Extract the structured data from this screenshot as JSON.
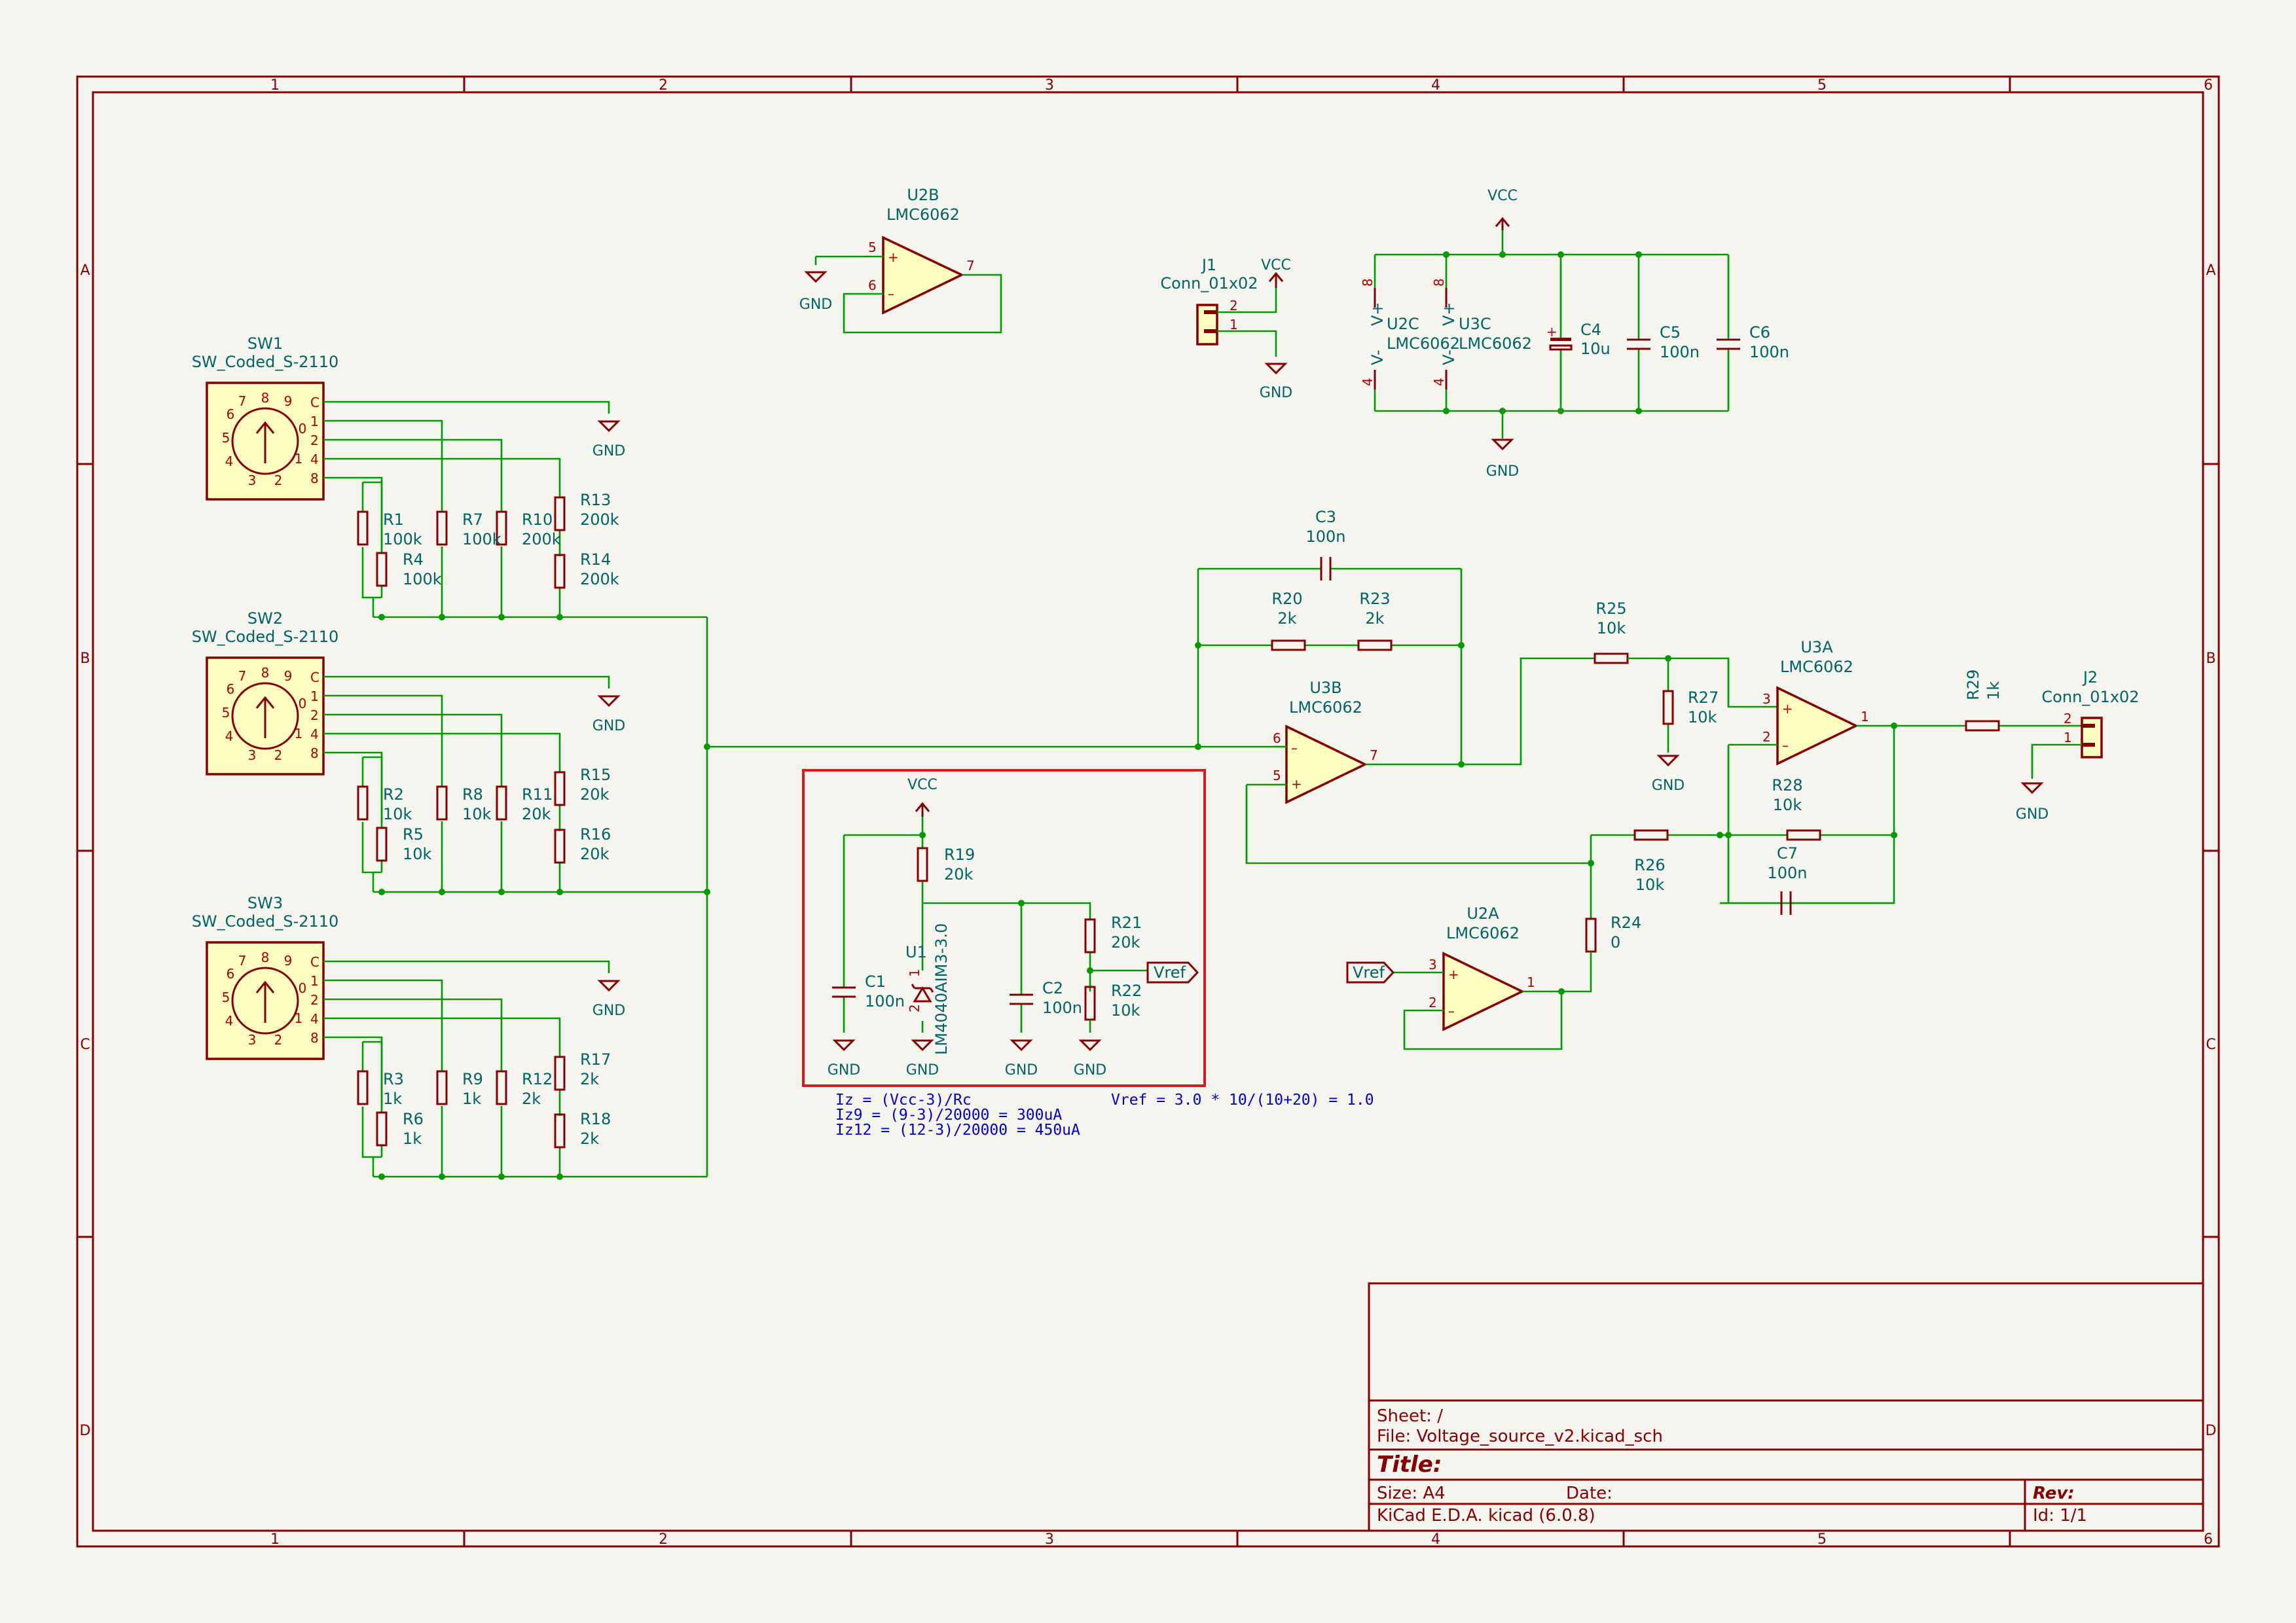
{
  "sheet": {
    "zones_x": [
      "1",
      "2",
      "3",
      "4",
      "5",
      "6"
    ],
    "zones_y": [
      "A",
      "B",
      "C",
      "D"
    ]
  },
  "title_block": {
    "sheet_line": "Sheet: /",
    "file_line": "File: Voltage_source_v2.kicad_sch",
    "title_label": "Title:",
    "size_line": "Size: A4",
    "date_line": "Date:",
    "rev_label": "Rev:",
    "tool_line": "KiCad E.D.A.  kicad (6.0.8)",
    "id_line": "Id: 1/1"
  },
  "colors": {
    "wire": "#009900",
    "symbol": "#840000",
    "body": "#ffffc2",
    "text": "#006464",
    "note": "#0000c2",
    "highlight": "#d61c1c",
    "background": "#f5f4ef"
  },
  "switches": [
    {
      "ref": "SW1",
      "value": "SW_Coded_S-2110"
    },
    {
      "ref": "SW2",
      "value": "SW_Coded_S-2110"
    },
    {
      "ref": "SW3",
      "value": "SW_Coded_S-2110"
    }
  ],
  "switch_pins": [
    "C",
    "1",
    "2",
    "4",
    "8"
  ],
  "switch_dial_digits": [
    "7",
    "8",
    "9",
    "0",
    "1",
    "2",
    "3",
    "4",
    "5",
    "6"
  ],
  "resistors": {
    "r1": {
      "ref": "R1",
      "value": "100k"
    },
    "r4": {
      "ref": "R4",
      "value": "100k"
    },
    "r7": {
      "ref": "R7",
      "value": "100k"
    },
    "r10": {
      "ref": "R10",
      "value": "200k"
    },
    "r13": {
      "ref": "R13",
      "value": "200k"
    },
    "r14": {
      "ref": "R14",
      "value": "200k"
    },
    "r2": {
      "ref": "R2",
      "value": "10k"
    },
    "r5": {
      "ref": "R5",
      "value": "10k"
    },
    "r8": {
      "ref": "R8",
      "value": "10k"
    },
    "r11": {
      "ref": "R11",
      "value": "20k"
    },
    "r15": {
      "ref": "R15",
      "value": "20k"
    },
    "r16": {
      "ref": "R16",
      "value": "20k"
    },
    "r3": {
      "ref": "R3",
      "value": "1k"
    },
    "r6": {
      "ref": "R6",
      "value": "1k"
    },
    "r9": {
      "ref": "R9",
      "value": "1k"
    },
    "r12": {
      "ref": "R12",
      "value": "2k"
    },
    "r17": {
      "ref": "R17",
      "value": "2k"
    },
    "r18": {
      "ref": "R18",
      "value": "2k"
    },
    "r19": {
      "ref": "R19",
      "value": "20k"
    },
    "r20": {
      "ref": "R20",
      "value": "2k"
    },
    "r21": {
      "ref": "R21",
      "value": "20k"
    },
    "r22": {
      "ref": "R22",
      "value": "10k"
    },
    "r23": {
      "ref": "R23",
      "value": "2k"
    },
    "r24": {
      "ref": "R24",
      "value": "0"
    },
    "r25": {
      "ref": "R25",
      "value": "10k"
    },
    "r26": {
      "ref": "R26",
      "value": "10k"
    },
    "r27": {
      "ref": "R27",
      "value": "10k"
    },
    "r28": {
      "ref": "R28",
      "value": "10k"
    },
    "r29": {
      "ref": "R29",
      "value": "1k"
    }
  },
  "capacitors": {
    "c1": {
      "ref": "C1",
      "value": "100n"
    },
    "c2": {
      "ref": "C2",
      "value": "100n"
    },
    "c3": {
      "ref": "C3",
      "value": "100n"
    },
    "c4": {
      "ref": "C4",
      "value": "10u"
    },
    "c5": {
      "ref": "C5",
      "value": "100n"
    },
    "c6": {
      "ref": "C6",
      "value": "100n"
    },
    "c7": {
      "ref": "C7",
      "value": "100n"
    }
  },
  "opamps": {
    "u2a": {
      "ref": "U2A",
      "value": "LMC6062",
      "pin_plus": "3",
      "pin_minus": "2",
      "pin_out": "1"
    },
    "u2b": {
      "ref": "U2B",
      "value": "LMC6062",
      "pin_plus": "5",
      "pin_minus": "6",
      "pin_out": "7"
    },
    "u3a": {
      "ref": "U3A",
      "value": "LMC6062",
      "pin_plus": "3",
      "pin_minus": "2",
      "pin_out": "1"
    },
    "u3b": {
      "ref": "U3B",
      "value": "LMC6062",
      "pin_plus": "5",
      "pin_minus": "6",
      "pin_out": "7"
    },
    "u2c": {
      "ref": "U2C",
      "value": "LMC6062"
    },
    "u3c": {
      "ref": "U3C",
      "value": "LMC6062"
    }
  },
  "power_unit_labels": {
    "vplus": "V+",
    "vminus": "V-",
    "pin_vplus": "8",
    "pin_vminus": "4"
  },
  "reference": {
    "ref": "U1",
    "value": "LM4040AIM3-3.0",
    "pin1": "1",
    "pin2": "2"
  },
  "connectors": {
    "j1": {
      "ref": "J1",
      "value": "Conn_01x02",
      "pin1": "1",
      "pin2": "2"
    },
    "j2": {
      "ref": "J2",
      "value": "Conn_01x02",
      "pin1": "1",
      "pin2": "2"
    }
  },
  "power_symbols": {
    "gnd": "GND",
    "vcc": "VCC"
  },
  "net_labels": {
    "vref": "Vref"
  },
  "notes": {
    "iz_formula": "Iz = (Vcc-3)/Rc",
    "iz9": "Iz9 = (9-3)/20000 = 300uA",
    "iz12": "Iz12 = (12-3)/20000 = 450uA",
    "vref_formula": "Vref = 3.0 * 10/(10+20) = 1.0"
  }
}
